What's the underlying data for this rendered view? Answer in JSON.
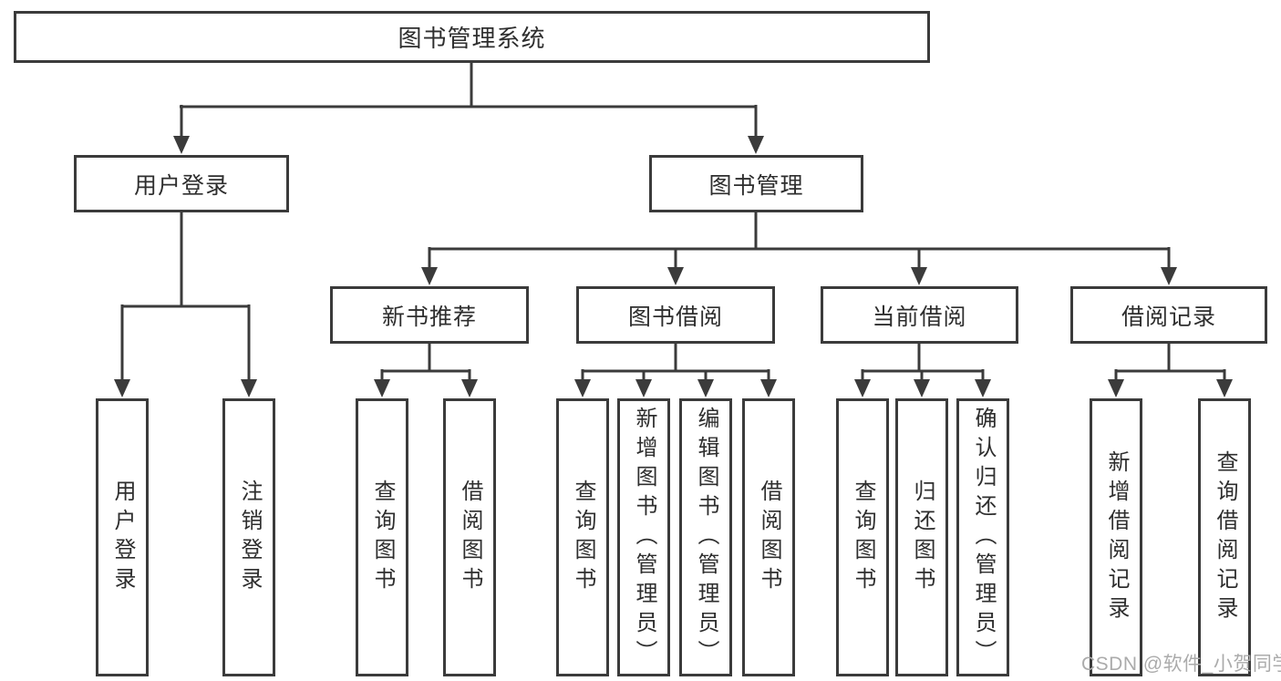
{
  "diagram": {
    "title": "图书管理系统",
    "root": {
      "label": "图书管理系统"
    },
    "level2": [
      {
        "label": "用户登录"
      },
      {
        "label": "图书管理"
      }
    ],
    "level3": [
      {
        "label": "新书推荐"
      },
      {
        "label": "图书借阅"
      },
      {
        "label": "当前借阅"
      },
      {
        "label": "借阅记录"
      }
    ],
    "leaves": [
      {
        "label": "用户登录",
        "parent": "用户登录"
      },
      {
        "label": "注销登录",
        "parent": "用户登录"
      },
      {
        "label": "查询图书",
        "parent": "新书推荐"
      },
      {
        "label": "借阅图书",
        "parent": "新书推荐"
      },
      {
        "label": "查询图书",
        "parent": "图书借阅"
      },
      {
        "label": "新增图书（管理员）",
        "parent": "图书借阅"
      },
      {
        "label": "编辑图书（管理员）",
        "parent": "图书借阅"
      },
      {
        "label": "借阅图书",
        "parent": "图书借阅"
      },
      {
        "label": "查询图书",
        "parent": "当前借阅"
      },
      {
        "label": "归还图书",
        "parent": "当前借阅"
      },
      {
        "label": "确认归还（管理员）",
        "parent": "当前借阅"
      },
      {
        "label": "新增借阅记录",
        "parent": "借阅记录"
      },
      {
        "label": "查询借阅记录",
        "parent": "借阅记录"
      }
    ],
    "watermark": "CSDN @软件_小贺同学",
    "colors": {
      "line": "#3b3b3b",
      "box_border": "#3b3b3b",
      "box_background": "#ffffff",
      "text": "#2e2e2e",
      "watermark": "#ababab"
    }
  }
}
